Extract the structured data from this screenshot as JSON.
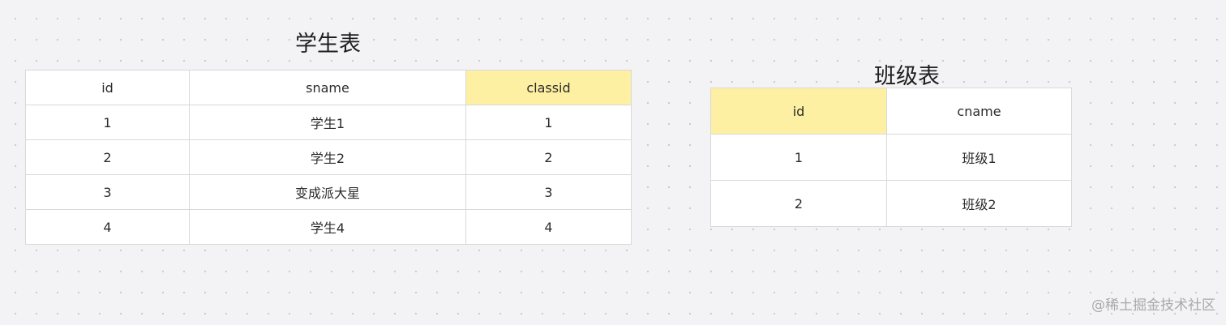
{
  "student_table": {
    "title": "学生表",
    "columns": [
      "id",
      "sname",
      "classid"
    ],
    "highlighted_column": "classid",
    "rows": [
      [
        "1",
        "学生1",
        "1"
      ],
      [
        "2",
        "学生2",
        "2"
      ],
      [
        "3",
        "变成派大星",
        "3"
      ],
      [
        "4",
        "学生4",
        "4"
      ]
    ]
  },
  "class_table": {
    "title": "班级表",
    "columns": [
      "id",
      "cname"
    ],
    "highlighted_column": "id",
    "rows": [
      [
        "1",
        "班级1"
      ],
      [
        "2",
        "班级2"
      ]
    ]
  },
  "colors": {
    "highlight": "#fdf0a3",
    "background": "#f3f3f5",
    "border": "#d9d9d9"
  },
  "watermark": "@稀土掘金技术社区"
}
